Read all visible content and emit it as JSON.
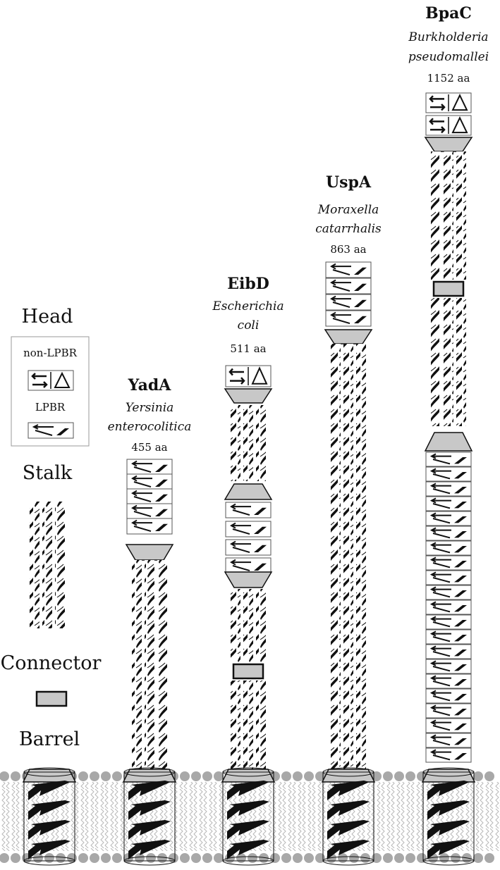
{
  "legend": {
    "head_title": "Head",
    "non_lpbr_label": "non-LPBR",
    "lpbr_label": "LPBR",
    "stalk_title": "Stalk",
    "connector_title": "Connector",
    "barrel_title": "Barrel"
  },
  "proteins": [
    {
      "name": "YadA",
      "organism_line1": "Yersinia",
      "organism_line2": "enterocolitica",
      "length": "455 aa",
      "architecture": [
        "LPBR",
        "LPBR",
        "LPBR",
        "LPBR",
        "LPBR",
        "neck",
        "stalk",
        "stalk",
        "stalk",
        "barrel"
      ]
    },
    {
      "name": "EibD",
      "organism_line1": "Escherichia",
      "organism_line2": "coli",
      "length": "511 aa",
      "architecture": [
        "non-LPBR",
        "neck",
        "stalk",
        "neck-top",
        "LPBR",
        "LPBR",
        "LPBR",
        "LPBR",
        "neck",
        "stalk",
        "connector",
        "stalk",
        "barrel"
      ]
    },
    {
      "name": "UspA",
      "organism_line1": "Moraxella",
      "organism_line2": "catarrhalis",
      "length": "863 aa",
      "architecture": [
        "LPBR",
        "LPBR",
        "LPBR",
        "LPBR",
        "neck",
        "stalk",
        "stalk",
        "stalk",
        "stalk",
        "stalk",
        "barrel"
      ]
    },
    {
      "name": "BpaC",
      "organism_line1": "Burkholderia",
      "organism_line2": "pseudomallei",
      "length": "1152 aa",
      "architecture": [
        "non-LPBR",
        "non-LPBR",
        "neck",
        "stalk",
        "connector",
        "stalk",
        "neck-top",
        "LPBR x 21",
        "barrel"
      ]
    }
  ],
  "colors": {
    "domain_fill": "#c8c8c8",
    "ink": "#111111",
    "lipid_head": "#a8a8a8",
    "lipid_tail": "#b8b8b8"
  }
}
